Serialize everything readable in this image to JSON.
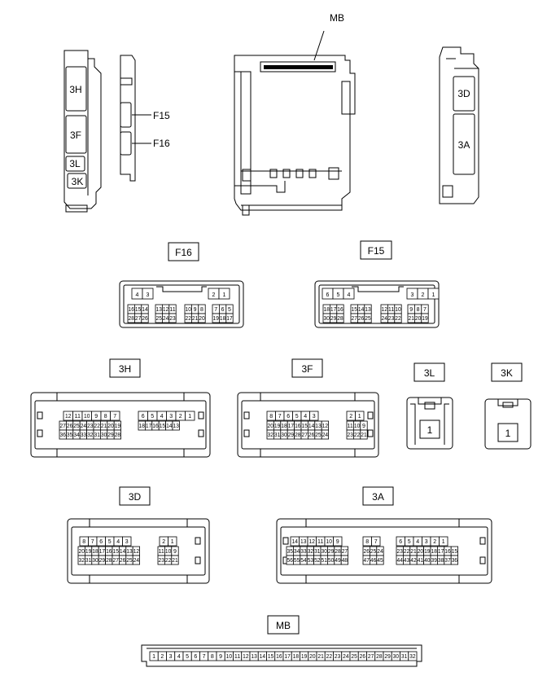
{
  "callouts": {
    "mb": "MB",
    "f15": "F15",
    "f16": "F16",
    "c3h": "3H",
    "c3f": "3F",
    "c3l": "3L",
    "c3k": "3K",
    "c3d": "3D",
    "c3a": "3A"
  },
  "labels": {
    "f16": "F16",
    "f15": "F15",
    "c3h": "3H",
    "c3f": "3F",
    "c3l": "3L",
    "c3k": "3K",
    "c3d": "3D",
    "c3a": "3A",
    "mb": "MB"
  },
  "connectors": {
    "f16": {
      "rows": [
        [
          [
            "4",
            "3"
          ],
          [
            "2",
            "1"
          ]
        ],
        [
          [
            "16",
            "15",
            "14"
          ],
          [
            "13",
            "12",
            "11"
          ],
          [
            "10",
            "9",
            "8"
          ],
          [
            "7",
            "6",
            "5"
          ]
        ],
        [
          [
            "28",
            "27",
            "26"
          ],
          [
            "25",
            "24",
            "23"
          ],
          [
            "22",
            "21",
            "20"
          ],
          [
            "19",
            "18",
            "17"
          ]
        ]
      ]
    },
    "f15": {
      "rows": [
        [
          [
            "6",
            "5",
            "4"
          ],
          [
            "3",
            "2",
            "1"
          ]
        ],
        [
          [
            "18",
            "17",
            "16"
          ],
          [
            "15",
            "14",
            "13"
          ],
          [
            "12",
            "11",
            "10"
          ],
          [
            "9",
            "8",
            "7"
          ]
        ],
        [
          [
            "30",
            "29",
            "28"
          ],
          [
            "27",
            "26",
            "25"
          ],
          [
            "24",
            "23",
            "22"
          ],
          [
            "21",
            "20",
            "19"
          ]
        ]
      ]
    },
    "c3h": {
      "rows": [
        [
          [
            "12",
            "11",
            "10",
            "9",
            "8",
            "7"
          ],
          [
            "6",
            "5",
            "4",
            "3",
            "2",
            "1"
          ]
        ],
        [
          [
            "27",
            "26",
            "25",
            "24",
            "23",
            "22",
            "21",
            "20",
            "19"
          ],
          [
            "18",
            "17",
            "16",
            "15",
            "14",
            "13"
          ]
        ],
        [
          [
            "36",
            "35",
            "34",
            "33",
            "32",
            "31",
            "30",
            "29",
            "28"
          ]
        ]
      ]
    },
    "c3f": {
      "rows": [
        [
          [
            "8",
            "7",
            "6",
            "5",
            "4",
            "3"
          ],
          [
            "2",
            "1"
          ]
        ],
        [
          [
            "20",
            "19",
            "18",
            "17",
            "16",
            "15",
            "14",
            "13",
            "12"
          ],
          [
            "11",
            "10",
            "9"
          ]
        ],
        [
          [
            "32",
            "31",
            "30",
            "29",
            "28",
            "27",
            "26",
            "25",
            "24"
          ],
          [
            "23",
            "22",
            "21"
          ]
        ]
      ]
    },
    "c3l": {
      "pin": "1"
    },
    "c3k": {
      "pin": "1"
    },
    "c3d": {
      "rows": [
        [
          [
            "8",
            "7",
            "6",
            "5",
            "4",
            "3"
          ],
          [
            "2",
            "1"
          ]
        ],
        [
          [
            "20",
            "19",
            "18",
            "17",
            "16",
            "15",
            "14",
            "13",
            "12"
          ],
          [
            "11",
            "10",
            "9"
          ]
        ],
        [
          [
            "32",
            "31",
            "30",
            "29",
            "28",
            "27",
            "26",
            "25",
            "24"
          ],
          [
            "23",
            "22",
            "21"
          ]
        ]
      ]
    },
    "c3a": {
      "rows": [
        [
          [
            "14",
            "13",
            "12",
            "11",
            "10",
            "9"
          ],
          [
            "8",
            "7"
          ],
          [
            "6",
            "5",
            "4",
            "3",
            "2",
            "1"
          ]
        ],
        [
          [
            "35",
            "34",
            "33",
            "32",
            "31",
            "30",
            "29",
            "28",
            "27"
          ],
          [
            "26",
            "25",
            "24"
          ],
          [
            "23",
            "22",
            "21",
            "20",
            "19",
            "18",
            "17",
            "16",
            "15"
          ]
        ],
        [
          [
            "56",
            "55",
            "54",
            "53",
            "52",
            "51",
            "50",
            "49",
            "48"
          ],
          [
            "47",
            "46",
            "45"
          ],
          [
            "44",
            "43",
            "42",
            "41",
            "40",
            "39",
            "38",
            "37",
            "36"
          ]
        ]
      ]
    },
    "mb": {
      "pins": [
        "1",
        "2",
        "3",
        "4",
        "5",
        "6",
        "7",
        "8",
        "9",
        "10",
        "11",
        "12",
        "13",
        "14",
        "15",
        "16",
        "17",
        "18",
        "19",
        "20",
        "21",
        "22",
        "23",
        "24",
        "25",
        "26",
        "27",
        "28",
        "29",
        "30",
        "31",
        "32"
      ]
    }
  }
}
